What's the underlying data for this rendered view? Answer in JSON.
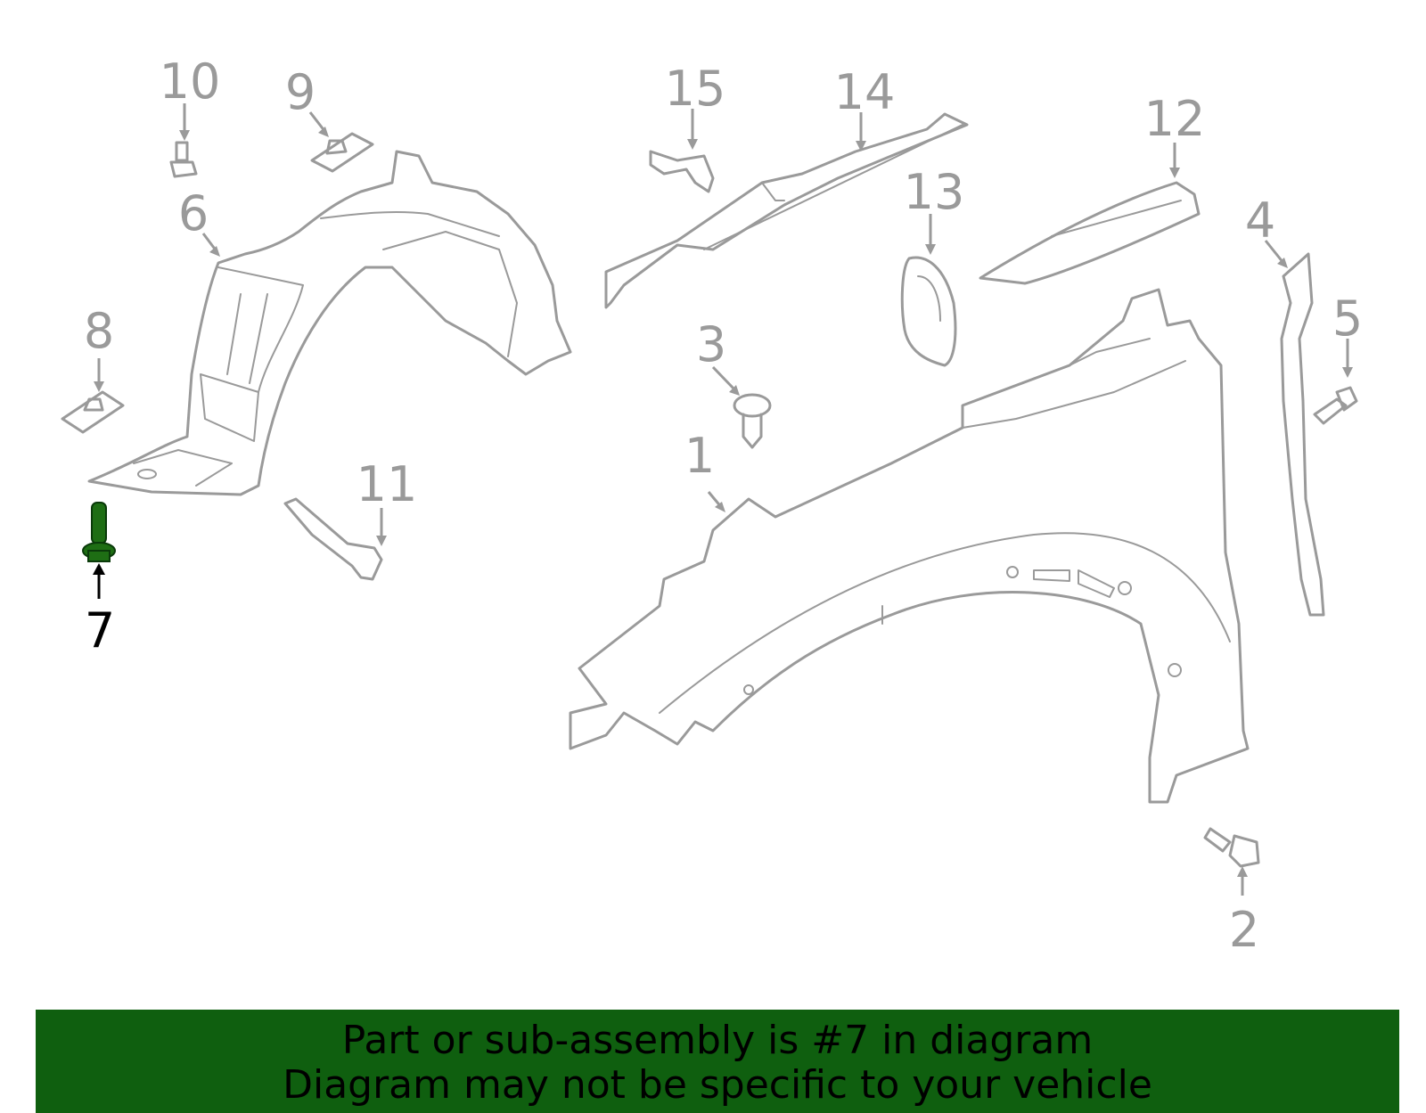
{
  "colors": {
    "part_outline": "#9a9a9a",
    "highlight_part": "#1e6e14",
    "highlight_callout": "#000000",
    "banner_background": "#0f5f0f",
    "banner_text": "#000000"
  },
  "callouts": {
    "c1": "1",
    "c2": "2",
    "c3": "3",
    "c4": "4",
    "c5": "5",
    "c6": "6",
    "c7": "7",
    "c8": "8",
    "c9": "9",
    "c10": "10",
    "c11": "11",
    "c12": "12",
    "c13": "13",
    "c14": "14",
    "c15": "15"
  },
  "highlighted_callout": "7",
  "banner": {
    "line1": "Part or sub-assembly is #7 in diagram",
    "line2": "Diagram may not be specific to your vehicle"
  }
}
